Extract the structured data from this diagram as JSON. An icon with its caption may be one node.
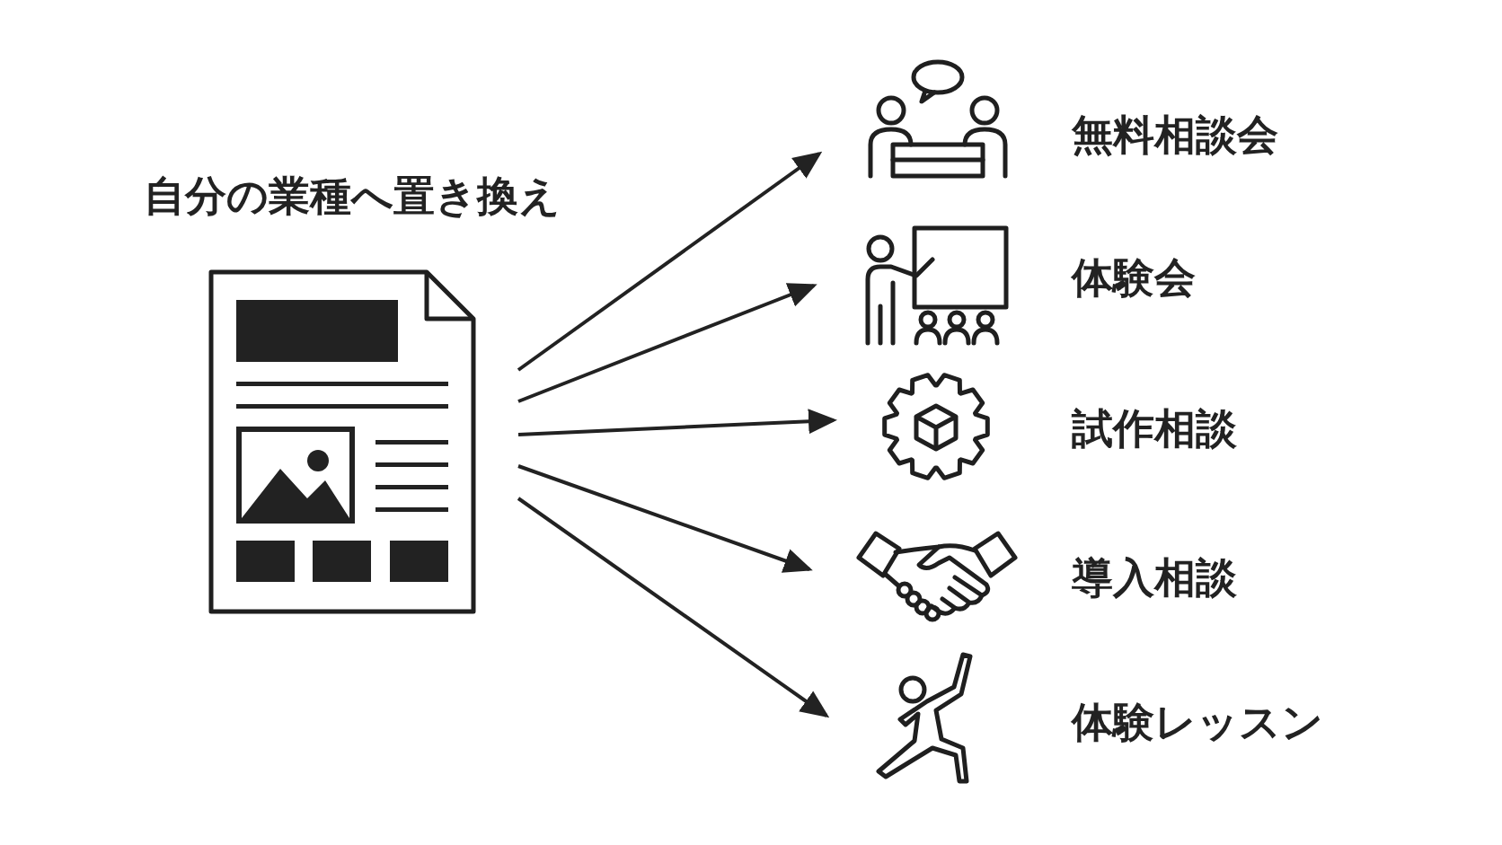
{
  "diagram": {
    "title": "自分の業種へ置き換え",
    "nodes": [
      {
        "text": [],
        "shape": "picture"
      },
      {
        "text": [],
        "shape": "picture",
        "beside": [
          "無料相談会"
        ]
      },
      {
        "text": [],
        "shape": "picture",
        "beside": [
          "体験会"
        ]
      },
      {
        "text": [],
        "shape": "picture",
        "beside": [
          "試作相談"
        ]
      },
      {
        "text": [],
        "shape": "picture",
        "beside": [
          "導入相談"
        ]
      },
      {
        "text": [],
        "shape": "picture",
        "beside": [
          "体験レッスン"
        ]
      }
    ],
    "edges": [
      {
        "from": 0,
        "to": 1,
        "arrow": "to"
      },
      {
        "from": 0,
        "to": 2,
        "arrow": "to"
      },
      {
        "from": 0,
        "to": 3,
        "arrow": "to"
      },
      {
        "from": 0,
        "to": 4,
        "arrow": "to"
      },
      {
        "from": 0,
        "to": 5,
        "arrow": "to"
      }
    ]
  }
}
